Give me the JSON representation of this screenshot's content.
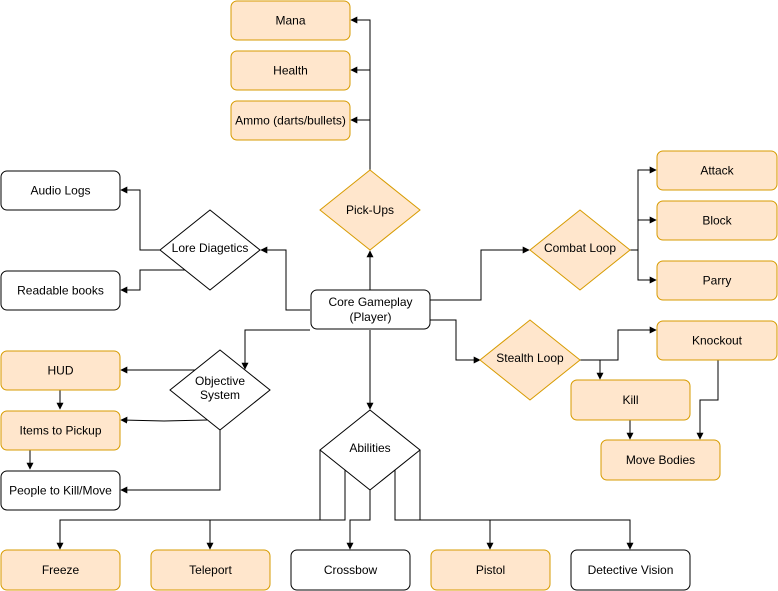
{
  "colors": {
    "orange_fill": "#ffe6cc",
    "orange_stroke": "#d79b00",
    "white_fill": "#ffffff",
    "black_stroke": "#000000",
    "edge": "#000000"
  },
  "nodes": {
    "mana": "Mana",
    "health": "Health",
    "ammo": "Ammo (darts/bullets)",
    "pickups": "Pick-Ups",
    "audio_logs": "Audio Logs",
    "lore": "Lore Diagetics",
    "readable_books": "Readable books",
    "core_line1": "Core Gameplay",
    "core_line2": "(Player)",
    "combat_loop": "Combat Loop",
    "attack": "Attack",
    "block": "Block",
    "parry": "Parry",
    "stealth_loop": "Stealth Loop",
    "knockout": "Knockout",
    "kill": "Kill",
    "move_bodies": "Move Bodies",
    "hud": "HUD",
    "objective_line1": "Objective",
    "objective_line2": "System",
    "items_to_pickup": "Items to Pickup",
    "people_to_kill": "People to Kill/Move",
    "abilities": "Abilities",
    "freeze": "Freeze",
    "teleport": "Teleport",
    "crossbow": "Crossbow",
    "pistol": "Pistol",
    "detective_vision": "Detective Vision"
  }
}
